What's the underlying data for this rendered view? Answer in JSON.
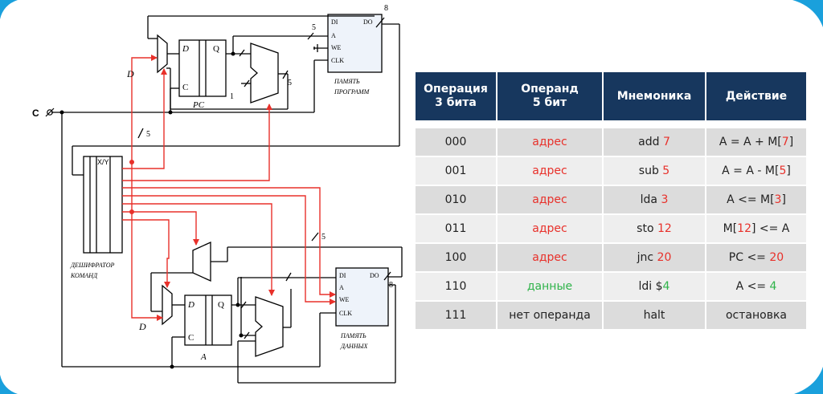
{
  "colors": {
    "frame": "#1aa0dc",
    "header_bg": "#17375e",
    "address": "#e8302a",
    "data": "#2fb34a",
    "wire": "#000000",
    "control": "#e8302a"
  },
  "circuit": {
    "d_label_top": "D",
    "d_label_bottom": "D",
    "c_input": "C",
    "pc_label": "PC",
    "a_label": "A",
    "reg_d": "D",
    "reg_q": "Q",
    "reg_c": "C",
    "bus_5": "5",
    "bus_8": "8",
    "const_1": "1",
    "decoder_port": "X/Y",
    "decoder_line1": "ДЕШИФРАТОР",
    "decoder_line2": "КОМАНД",
    "prog_mem_line1": "ПАМЯТЬ",
    "prog_mem_line2": "ПРОГРАММ",
    "data_mem_line1": "ПАМЯТЬ",
    "data_mem_line2": "ДАННЫХ",
    "mem_di": "DI",
    "mem_do": "DO",
    "mem_a": "A",
    "mem_we": "WE",
    "mem_clk": "CLK"
  },
  "table": {
    "headers": [
      "Операция\n3 бита",
      "Операнд\n5 бит",
      "Мнемоника",
      "Действие"
    ],
    "rows": [
      {
        "op": "000",
        "operand": "адрес",
        "operand_kind": "address",
        "mn": "add ",
        "mn_arg": "7",
        "act_a": "A = A + M[",
        "act_b": "7",
        "act_c": "]"
      },
      {
        "op": "001",
        "operand": "адрес",
        "operand_kind": "address",
        "mn": "sub ",
        "mn_arg": "5",
        "act_a": "A = A - M[",
        "act_b": "5",
        "act_c": "]"
      },
      {
        "op": "010",
        "operand": "адрес",
        "operand_kind": "address",
        "mn": "lda ",
        "mn_arg": "3",
        "act_a": "A <= M[",
        "act_b": "3",
        "act_c": "]"
      },
      {
        "op": "011",
        "operand": "адрес",
        "operand_kind": "address",
        "mn": "sto ",
        "mn_arg": "12",
        "act_a": "M[",
        "act_b": "12",
        "act_c": "] <= A"
      },
      {
        "op": "100",
        "operand": "адрес",
        "operand_kind": "address",
        "mn": "jnc ",
        "mn_arg": "20",
        "act_a": "PC <= ",
        "act_b": "20",
        "act_c": ""
      },
      {
        "op": "110",
        "operand": "данные",
        "operand_kind": "data",
        "mn": "ldi $",
        "mn_arg": "4",
        "act_a": "A <= ",
        "act_b": "4",
        "act_c": ""
      },
      {
        "op": "111",
        "operand": "нет операнда",
        "operand_kind": "none",
        "mn": "halt",
        "mn_arg": "",
        "act_a": "остановка",
        "act_b": "",
        "act_c": ""
      }
    ]
  }
}
